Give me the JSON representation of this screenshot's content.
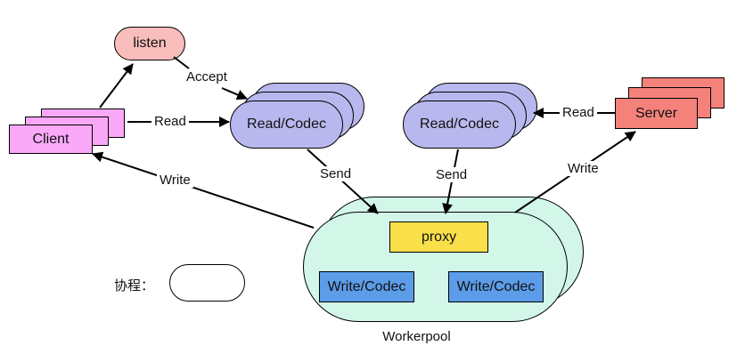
{
  "diagram": {
    "nodes": {
      "listen": {
        "label": "listen",
        "fill": "#f9bdbb"
      },
      "client": {
        "label": "Client",
        "fill": "#f9a9f8"
      },
      "read_codec_left": {
        "label": "Read/Codec",
        "fill": "#b9b8ee"
      },
      "read_codec_right": {
        "label": "Read/Codec",
        "fill": "#b9b8ee"
      },
      "server": {
        "label": "Server",
        "fill": "#f4827b"
      },
      "workerpool": {
        "label": "Workerpool",
        "fill": "#d2f7e9"
      },
      "proxy": {
        "label": "proxy",
        "fill": "#f9e04b"
      },
      "write_codec_left": {
        "label": "Write/Codec",
        "fill": "#5c9ce9"
      },
      "write_codec_right": {
        "label": "Write/Codec",
        "fill": "#5c9ce9"
      }
    },
    "edge_labels": {
      "accept": "Accept",
      "read_left": "Read",
      "read_right": "Read",
      "send_left": "Send",
      "send_right": "Send",
      "write_left": "Write",
      "write_right": "Write"
    },
    "legend": {
      "coroutine_label": "协程："
    }
  }
}
